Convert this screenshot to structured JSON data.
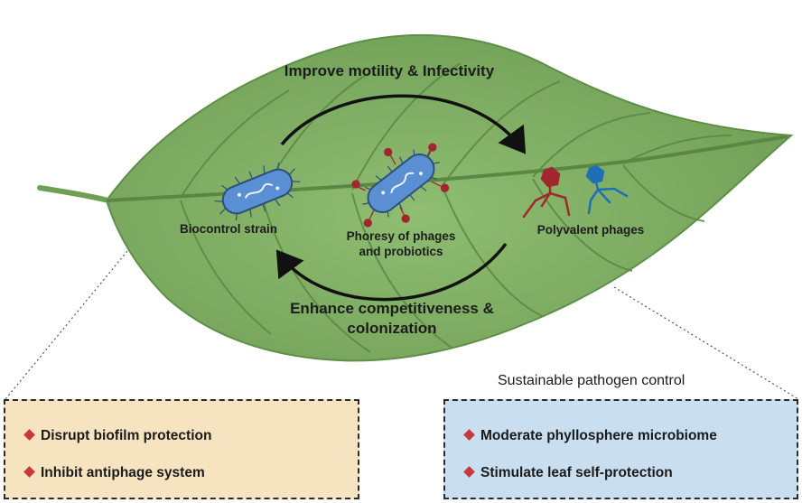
{
  "top_arrow_label": "Improve motility & Infectivity",
  "bottom_arrow_label_line1": "Enhance competitiveness &",
  "bottom_arrow_label_line2": "colonization",
  "node_left": "Biocontrol strain",
  "node_center_line1": "Phoresy of phages",
  "node_center_line2": "and probiotics",
  "node_right": "Polyvalent phages",
  "outcome_title": "Sustainable pathogen control",
  "left_panel": {
    "items": [
      "Disrupt biofilm protection",
      "Inhibit antiphage system"
    ]
  },
  "right_panel": {
    "items": [
      "Moderate phyllosphere microbiome",
      "Stimulate leaf self-protection"
    ]
  },
  "colors": {
    "leaf": "#7fae62",
    "vein": "#5a8743",
    "bacterium": "#5b8fd3",
    "phage_red": "#a3262e",
    "phage_blue": "#1f6fb5",
    "left_panel_bg": "#f6e4c0",
    "right_panel_bg": "#c9dff0",
    "bullet": "#c8383c"
  }
}
